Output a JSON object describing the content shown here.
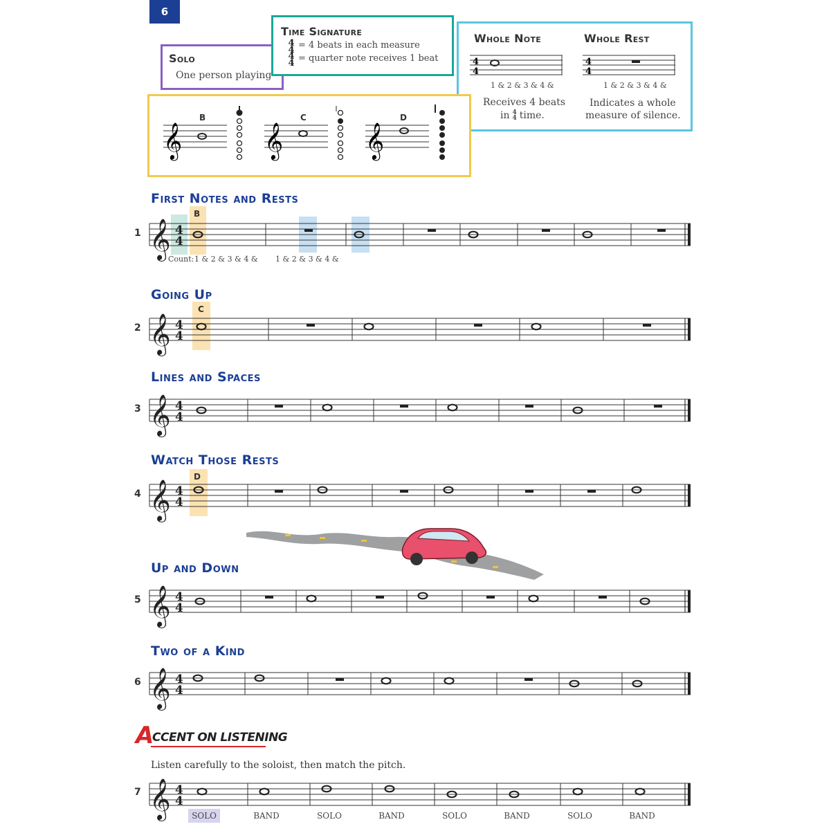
{
  "page_number": "6",
  "solo_box": {
    "title": "Solo",
    "text": "One person playing"
  },
  "time_signature_box": {
    "title": "Time Signature",
    "line1": "= 4 beats in each measure",
    "line2": "= quarter note receives 1 beat",
    "numerator": "4",
    "denominator": "4"
  },
  "whole_note_box": {
    "note_title": "Whole Note",
    "rest_title": "Whole Rest",
    "note_count": "1 & 2 & 3 & 4 &",
    "rest_count": "1 & 2 & 3 & 4 &",
    "note_desc_1": "Receives 4 beats",
    "note_desc_2_pre": "in",
    "note_desc_2_post": "time.",
    "rest_desc_1": "Indicates a whole",
    "rest_desc_2": "measure of silence."
  },
  "fingering_box": {
    "notes": [
      "B",
      "C",
      "D"
    ]
  },
  "exercises": [
    {
      "number": "1",
      "title": "First Notes and Rests",
      "label": "B",
      "count_label": "Count:",
      "count_1": "1 & 2 & 3 & 4 &",
      "count_2": "1 & 2 & 3 & 4 &"
    },
    {
      "number": "2",
      "title": "Going Up",
      "label": "C"
    },
    {
      "number": "3",
      "title": "Lines and Spaces"
    },
    {
      "number": "4",
      "title": "Watch Those Rests",
      "label": "D"
    },
    {
      "number": "5",
      "title": "Up and Down"
    },
    {
      "number": "6",
      "title": "Two of a Kind"
    },
    {
      "number": "7",
      "title": "",
      "labels": [
        "SOLO",
        "BAND",
        "SOLO",
        "BAND",
        "SOLO",
        "BAND",
        "SOLO",
        "BAND"
      ]
    }
  ],
  "accent": {
    "big_letter": "A",
    "rest": "CCENT ON LISTENING",
    "instruction": "Listen carefully to the soloist, then match the pitch."
  },
  "colors": {
    "blue_heading": "#1b3f95",
    "purple_box": "#8a5fc4",
    "teal_box": "#1aa79a",
    "cyan_box": "#59c5e4",
    "yellow_box": "#f2c94c",
    "red_accent": "#d8262b"
  }
}
